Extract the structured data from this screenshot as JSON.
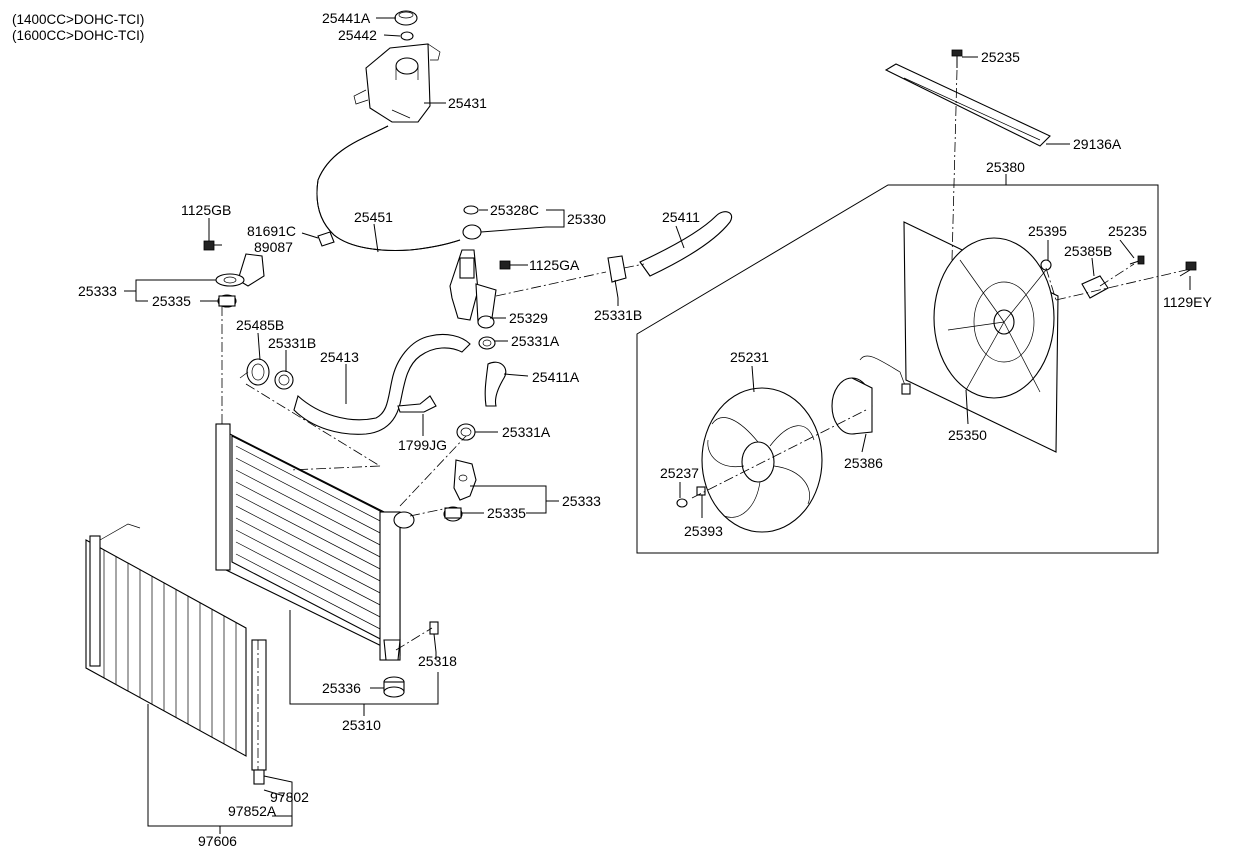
{
  "header": {
    "variant_1": "(1400CC>DOHC-TCI)",
    "variant_2": "(1600CC>DOHC-TCI)"
  },
  "parts": {
    "p25441A": "25441A",
    "p25442": "25442",
    "p25431": "25431",
    "p25451": "25451",
    "p25328C": "25328C",
    "p25330": "25330",
    "p1125GA": "1125GA",
    "p25329": "25329",
    "p25411": "25411",
    "p25331B_right": "25331B",
    "p25331A_top": "25331A",
    "p25411A": "25411A",
    "p25331A_mid": "25331A",
    "p1125GB": "1125GB",
    "p81691C": "81691C",
    "p89087": "89087",
    "p25333_left": "25333",
    "p25335_left": "25335",
    "p25485B": "25485B",
    "p25331B_left": "25331B",
    "p25413": "25413",
    "p1799JG": "1799JG",
    "p25333_right": "25333",
    "p25335_right": "25335",
    "p25318": "25318",
    "p25336": "25336",
    "p25310": "25310",
    "p97802": "97802",
    "p97852A": "97852A",
    "p97606": "97606",
    "p25235_top": "25235",
    "p29136A": "29136A",
    "p25380": "25380",
    "p25395": "25395",
    "p25235_side": "25235",
    "p25385B": "25385B",
    "p1129EY": "1129EY",
    "p25231": "25231",
    "p25386": "25386",
    "p25350": "25350",
    "p25237": "25237",
    "p25393": "25393"
  }
}
